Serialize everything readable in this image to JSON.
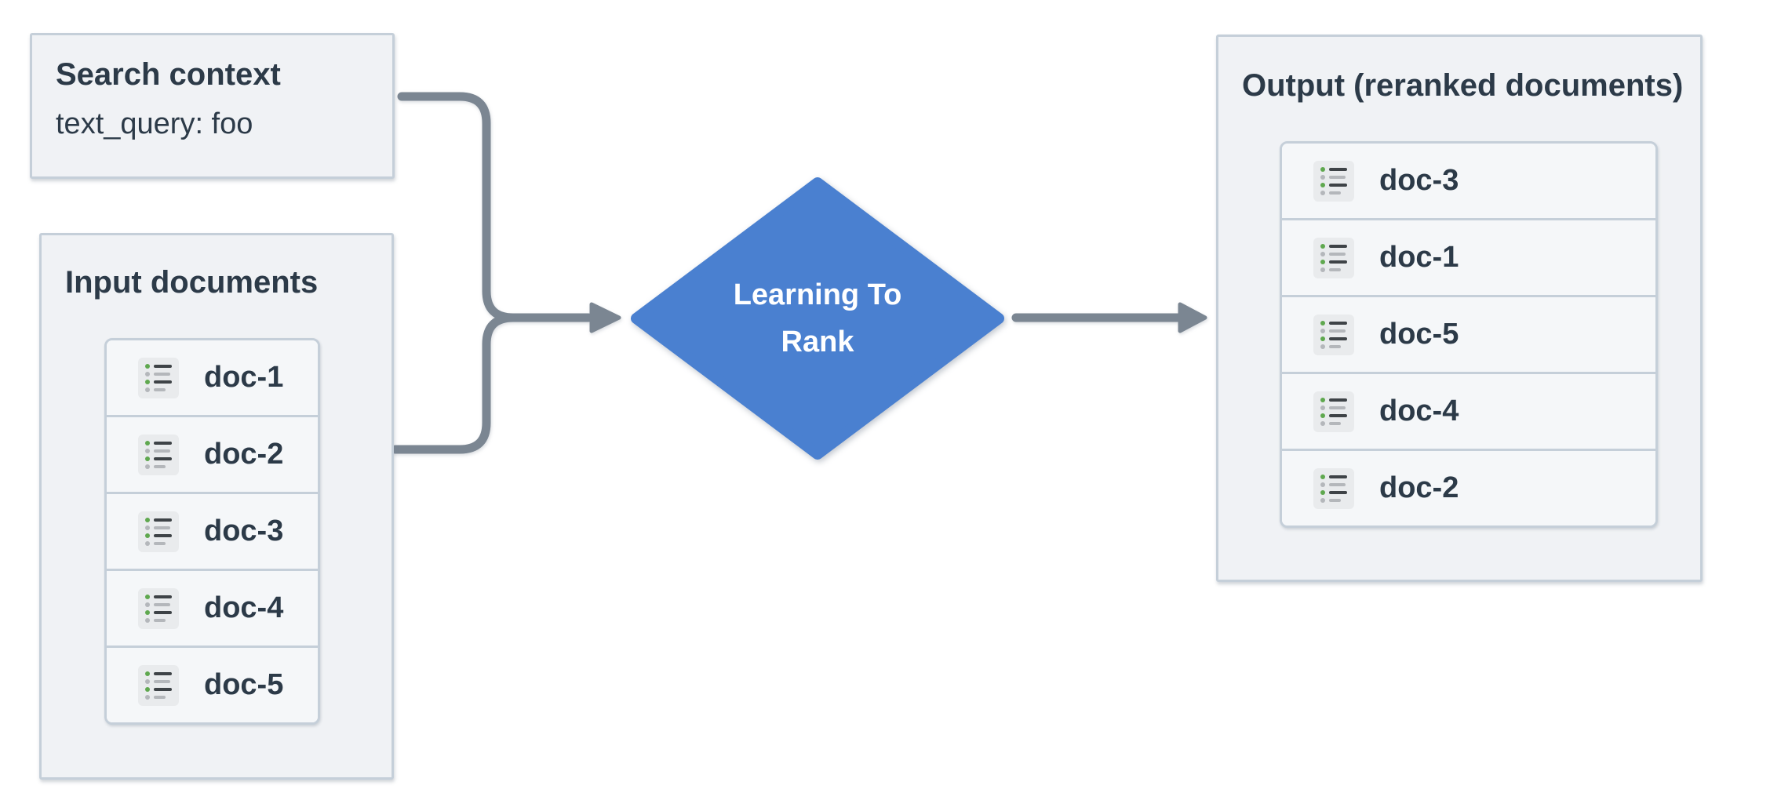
{
  "search_context": {
    "title": "Search context",
    "query": "text_query: foo"
  },
  "input_documents": {
    "title": "Input documents",
    "items": [
      "doc-1",
      "doc-2",
      "doc-3",
      "doc-4",
      "doc-5"
    ]
  },
  "process": {
    "line1": "Learning To",
    "line2": "Rank"
  },
  "output": {
    "title": "Output (reranked documents)",
    "items": [
      "doc-3",
      "doc-1",
      "doc-5",
      "doc-4",
      "doc-2"
    ]
  },
  "colors": {
    "diamond": "#4a80d0",
    "connector": "#7b8692",
    "panel_bg": "#f0f2f5",
    "panel_border": "#c5cfd9",
    "row_bg": "#f5f7f9",
    "text": "#2c3a48",
    "icon_bg": "#e9ebed",
    "icon_green": "#5fa84f",
    "icon_gray": "#b4b7bb",
    "icon_dark_line": "#3e4347"
  }
}
